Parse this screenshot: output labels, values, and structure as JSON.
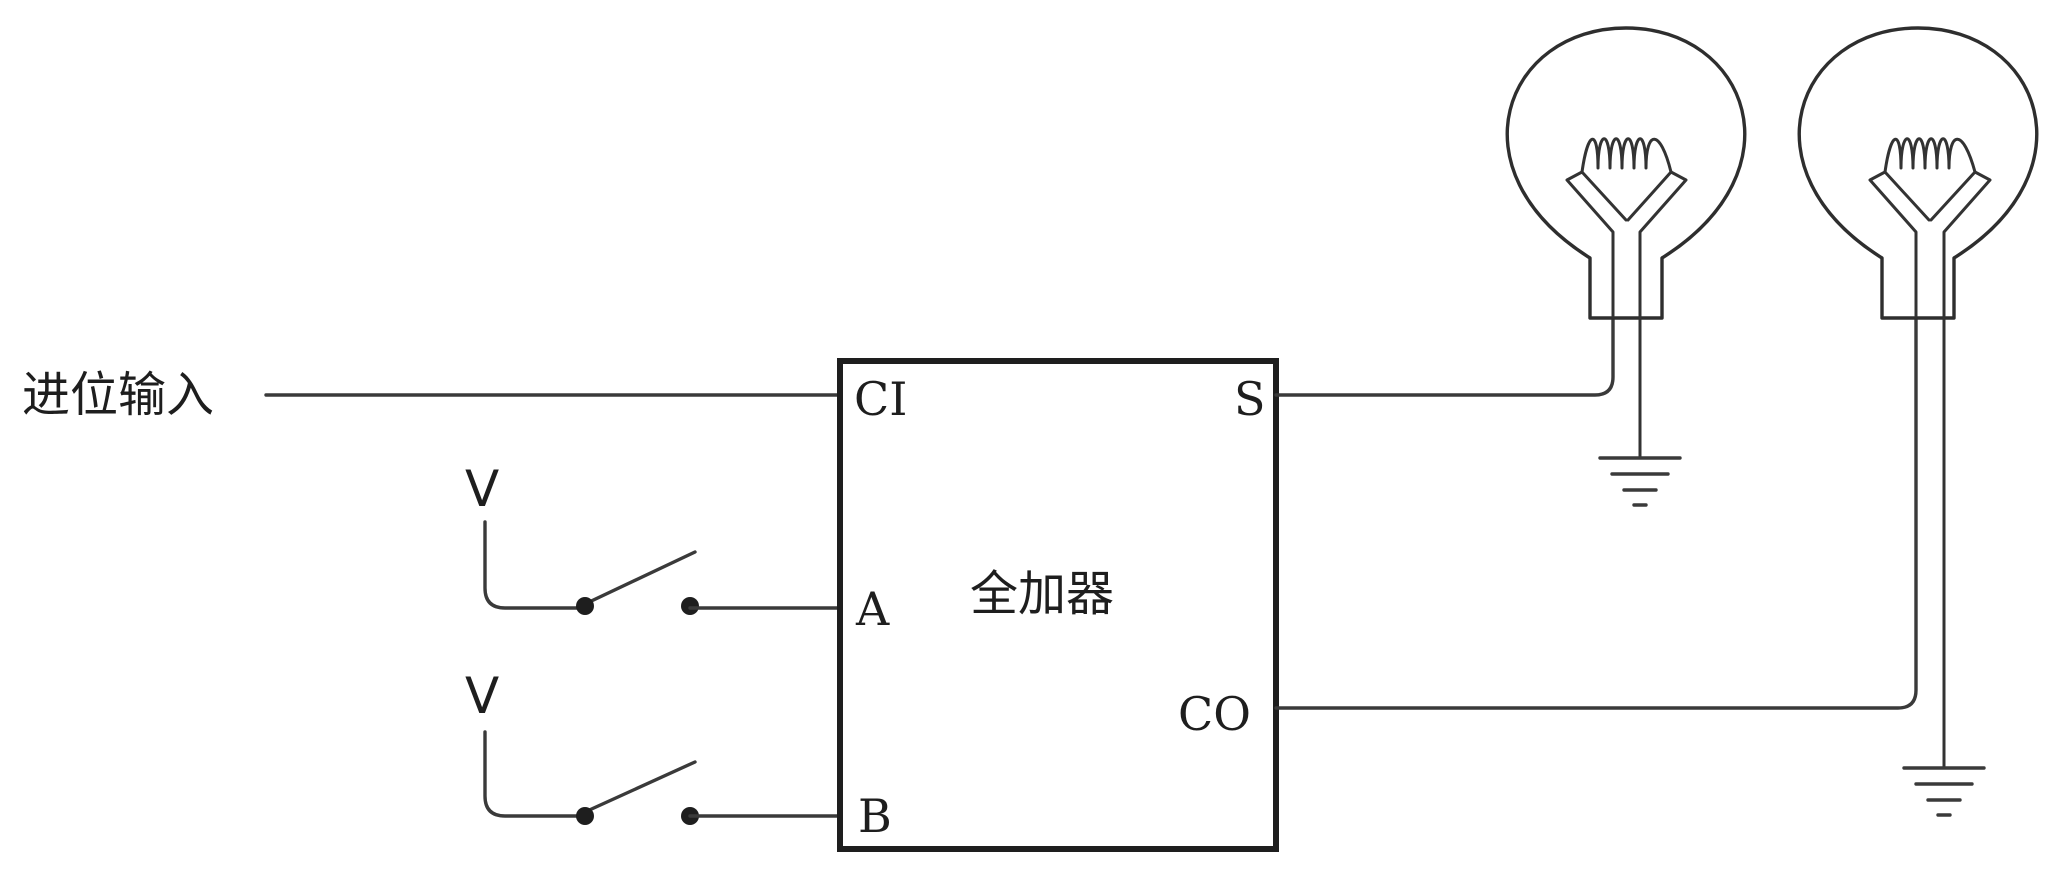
{
  "carry_in_label": "进位输入",
  "adder": {
    "title": "全加器",
    "pins": {
      "ci": "CI",
      "a": "A",
      "b": "B",
      "s": "S",
      "co": "CO"
    }
  },
  "switches": [
    {
      "supply_label": "V",
      "state": "open"
    },
    {
      "supply_label": "V",
      "state": "open"
    }
  ],
  "bulbs": [
    {
      "connected_to": "S"
    },
    {
      "connected_to": "CO"
    }
  ]
}
